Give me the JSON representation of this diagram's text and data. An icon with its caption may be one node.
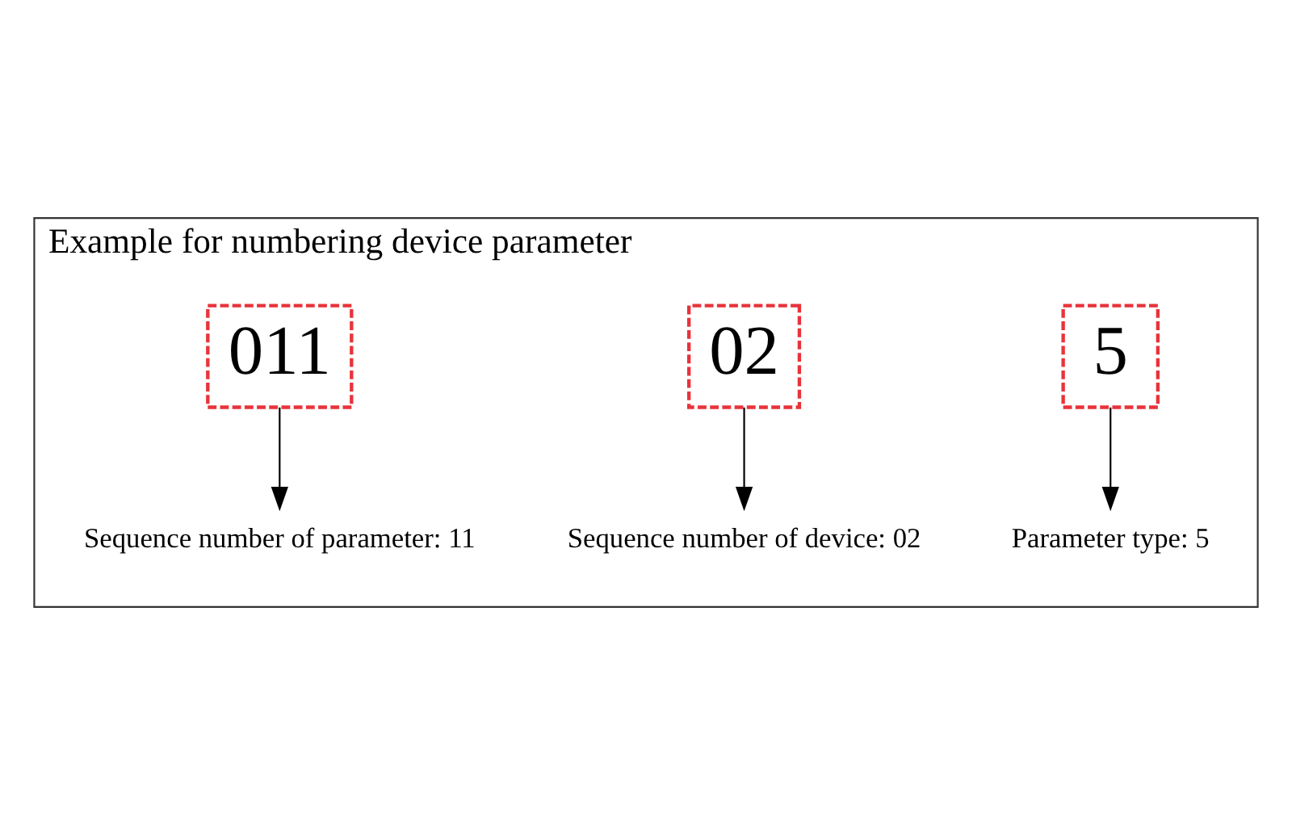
{
  "diagram": {
    "nodes": [
      {
        "text": [
          "Example for numbering device parameter"
        ]
      },
      {
        "text": [
          "5"
        ],
        "in": 0
      },
      {
        "text": [
          "02"
        ],
        "in": 0
      },
      {
        "text": [
          "011"
        ],
        "in": 0
      },
      {
        "text": [
          "Sequence number of parameter: 11"
        ],
        "in": 0
      },
      {
        "text": [
          "Sequence number of device: 02"
        ],
        "in": 0
      },
      {
        "text": [
          "Parameter type: 5"
        ],
        "in": 0
      }
    ],
    "edges": [
      {
        "from": 3,
        "to": 4,
        "arrow": "to"
      },
      {
        "from": 2,
        "to": 5,
        "arrow": "to"
      },
      {
        "from": 1,
        "to": 6,
        "arrow": "to"
      }
    ]
  }
}
